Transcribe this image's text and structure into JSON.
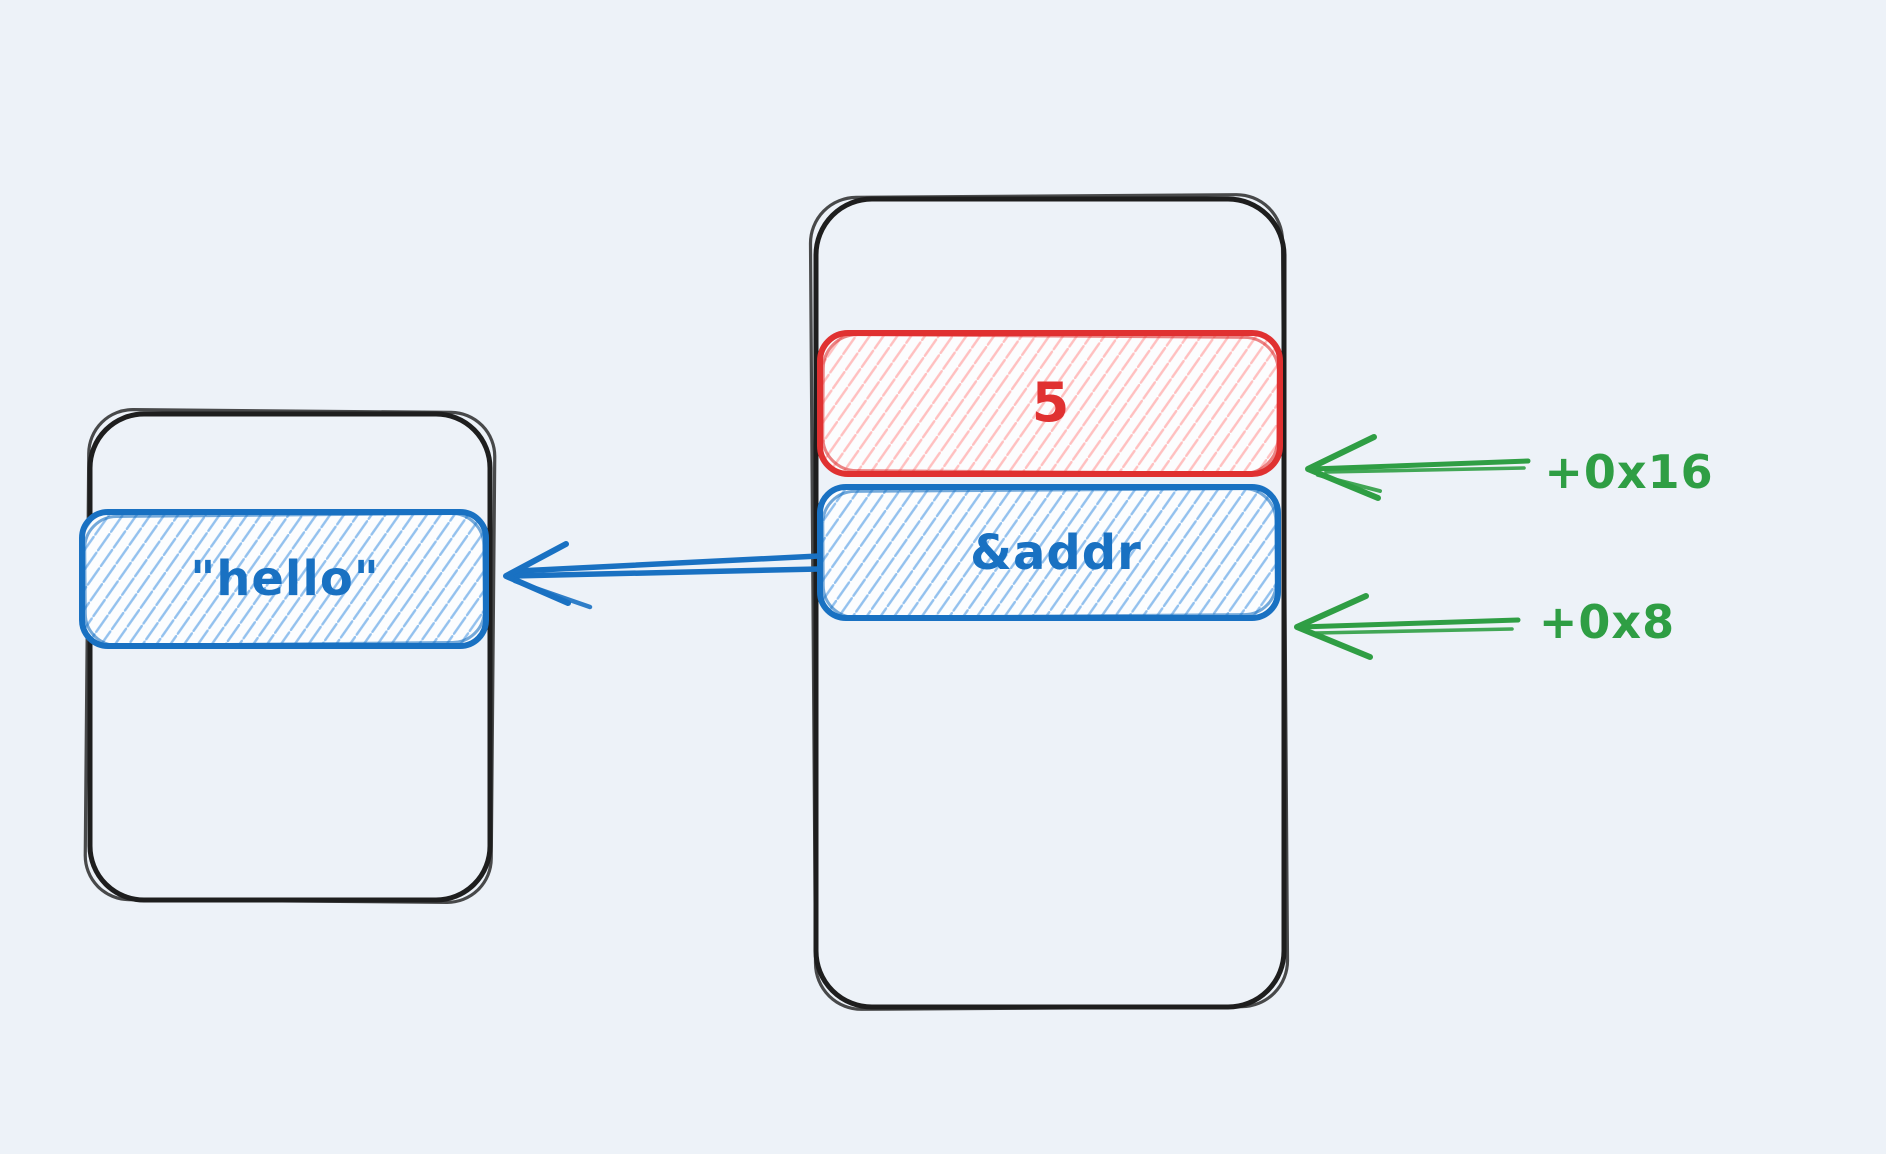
{
  "colors": {
    "background": "#edf2f8",
    "outline": "#1e1e1e",
    "red": "#e03131",
    "red_hatch": "#ffc0c0",
    "blue": "#1971c2",
    "blue_hatch": "#93c1ee",
    "green": "#2f9e44",
    "box_fill": "#fcfdfe"
  },
  "stack_frame": {
    "int_field": {
      "value": "5"
    },
    "pointer_field": {
      "value": "&addr"
    }
  },
  "heap_object": {
    "string_value": "\"hello\""
  },
  "offset_annotations": {
    "field_boundary": "+0x16",
    "pointer_base": "+0x8"
  }
}
